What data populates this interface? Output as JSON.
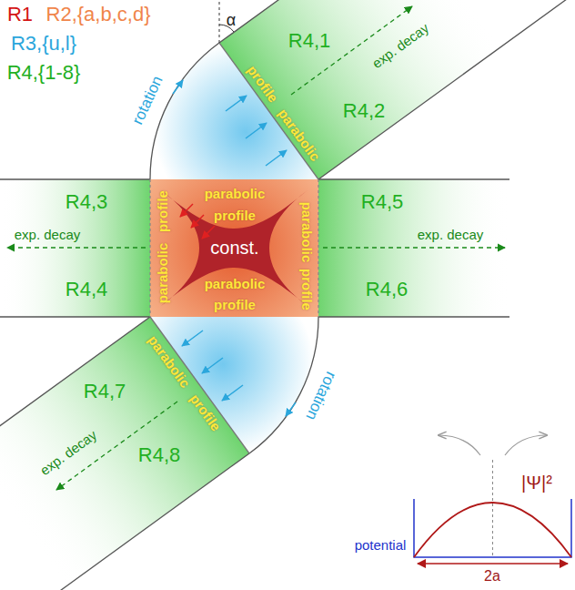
{
  "diagram": {
    "labels": [
      "R1",
      "R2,{a,b,c,d}",
      "R3,{u,l}",
      "R4,{1-8}",
      "α",
      "rotation",
      "rotation",
      "exp. decay",
      "exp. decay",
      "exp. decay",
      "exp. decay",
      "R4,1",
      "R4,2",
      "R4,3",
      "R4,4",
      "R4,5",
      "R4,6",
      "R4,7",
      "R4,8",
      "parabolic",
      "profile",
      "parabolic",
      "profile",
      "profile",
      "parabolic",
      "parabolic",
      "profile",
      "parabolic",
      "profile",
      "parabolic",
      "profile",
      "const.",
      "potential",
      "|Ψ|²",
      "2a"
    ]
  }
}
